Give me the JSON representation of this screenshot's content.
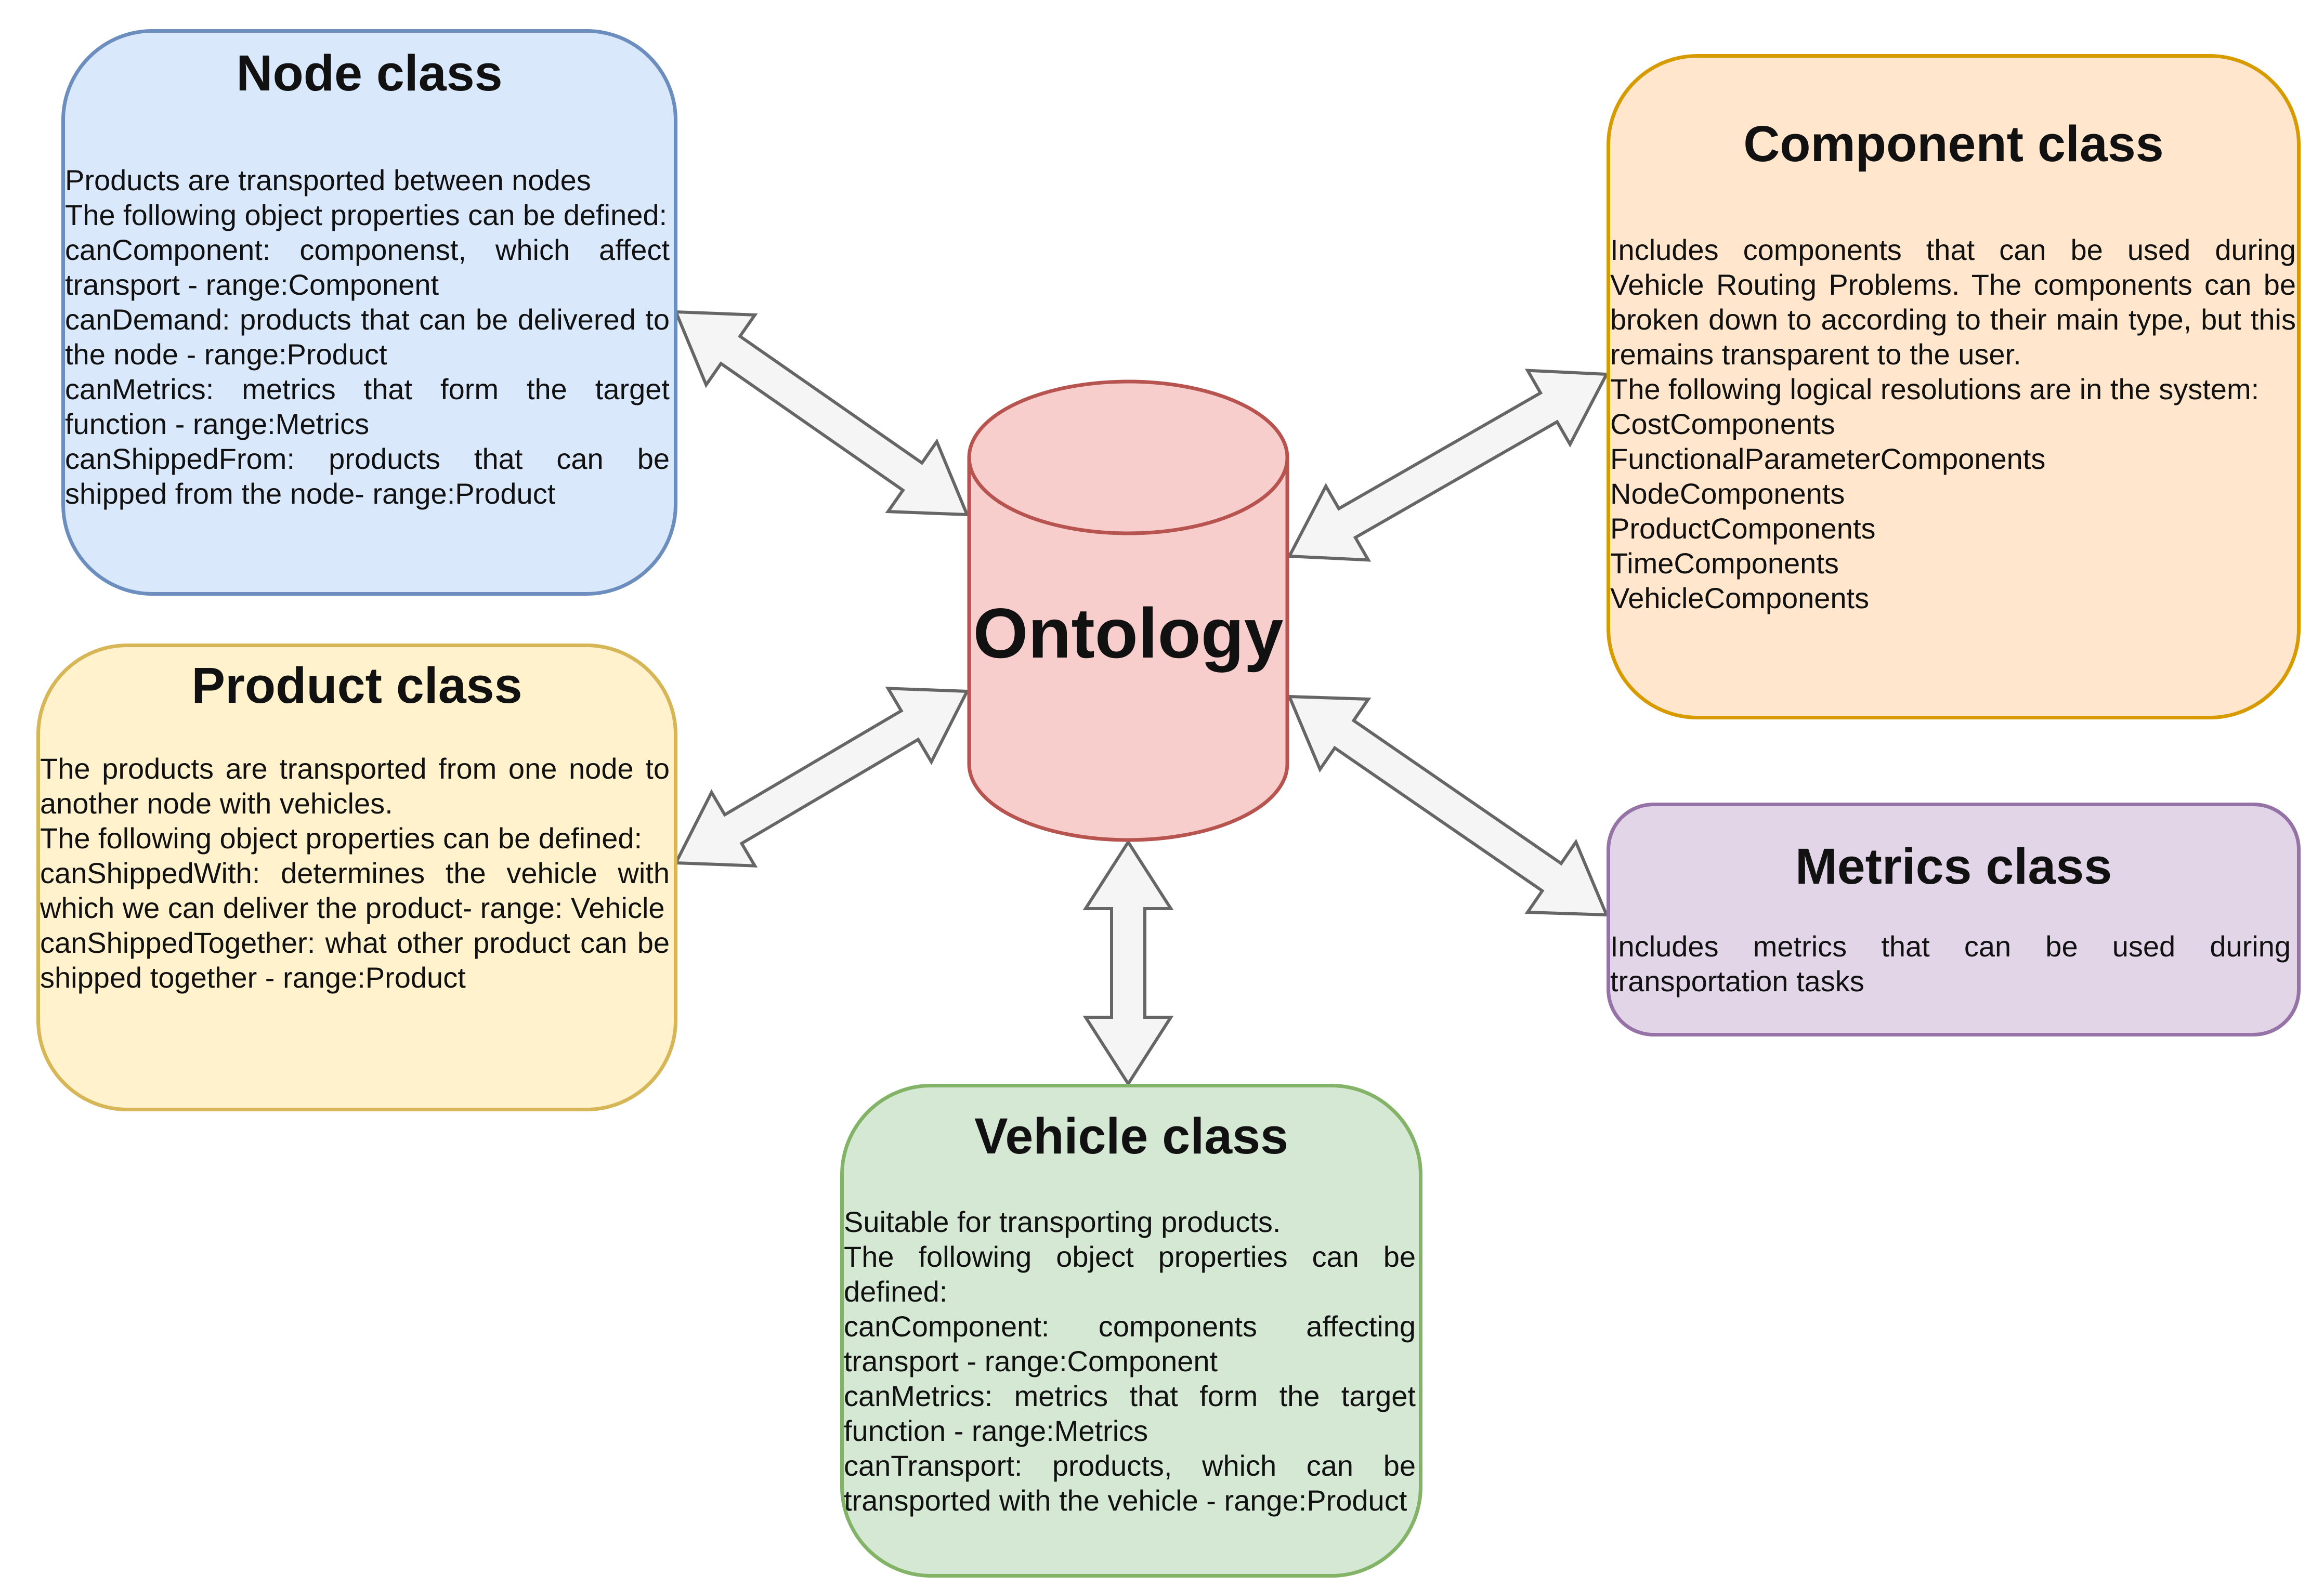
{
  "center": {
    "label": "Ontology"
  },
  "classes": {
    "node": {
      "title": "Node class",
      "lines": [
        "Products are transported between nodes",
        "The following object properties can be defined:",
        "canComponent: componenst, which affect transport - range:Component",
        "canDemand: products that can be delivered to the node - range:Product",
        "canMetrics: metrics that form the target function - range:Metrics",
        "canShippedFrom: products that can be shipped from the node- range:Product"
      ]
    },
    "product": {
      "title": "Product class",
      "lines": [
        "The products are transported from one node to another node with vehicles.",
        "The following object properties can be defined:",
        "canShippedWith: determines the vehicle with which we can deliver the product- range: Vehicle",
        "canShippedTogether: what other product can be shipped together - range:Product"
      ]
    },
    "vehicle": {
      "title": "Vehicle class",
      "lines": [
        "Suitable for transporting products.",
        "The following object properties can be defined:",
        "canComponent: components affecting transport - range:Component",
        "canMetrics: metrics that form the target function - range:Metrics",
        "canTransport: products, which can be transported with the vehicle - range:Product"
      ]
    },
    "component": {
      "title": "Component class",
      "lines": [
        "Includes components that can be used during Vehicle Routing Problems. The components can be broken down to according to their main type, but this remains transparent to the user.",
        "The following logical resolutions are in the system:",
        "CostComponents",
        "FunctionalParameterComponents",
        "NodeComponents",
        "ProductComponents",
        "TimeComponents",
        "VehicleComponents"
      ]
    },
    "metrics": {
      "title": "Metrics class",
      "lines": [
        "Includes metrics that can be used during transportation tasks"
      ]
    }
  },
  "colors": {
    "node": {
      "fill": "#dae8fc",
      "stroke": "#6c8ebf"
    },
    "product": {
      "fill": "#fff2cc",
      "stroke": "#d6b656"
    },
    "vehicle": {
      "fill": "#d5e8d4",
      "stroke": "#82b366"
    },
    "component": {
      "fill": "#ffe6cc",
      "stroke": "#d79b00"
    },
    "metrics": {
      "fill": "#e1d5e7",
      "stroke": "#9673a6"
    },
    "ontology": {
      "fill": "#f8cecc",
      "stroke": "#b85450"
    },
    "arrow": {
      "fill": "#f5f5f5",
      "stroke": "#666666"
    }
  }
}
